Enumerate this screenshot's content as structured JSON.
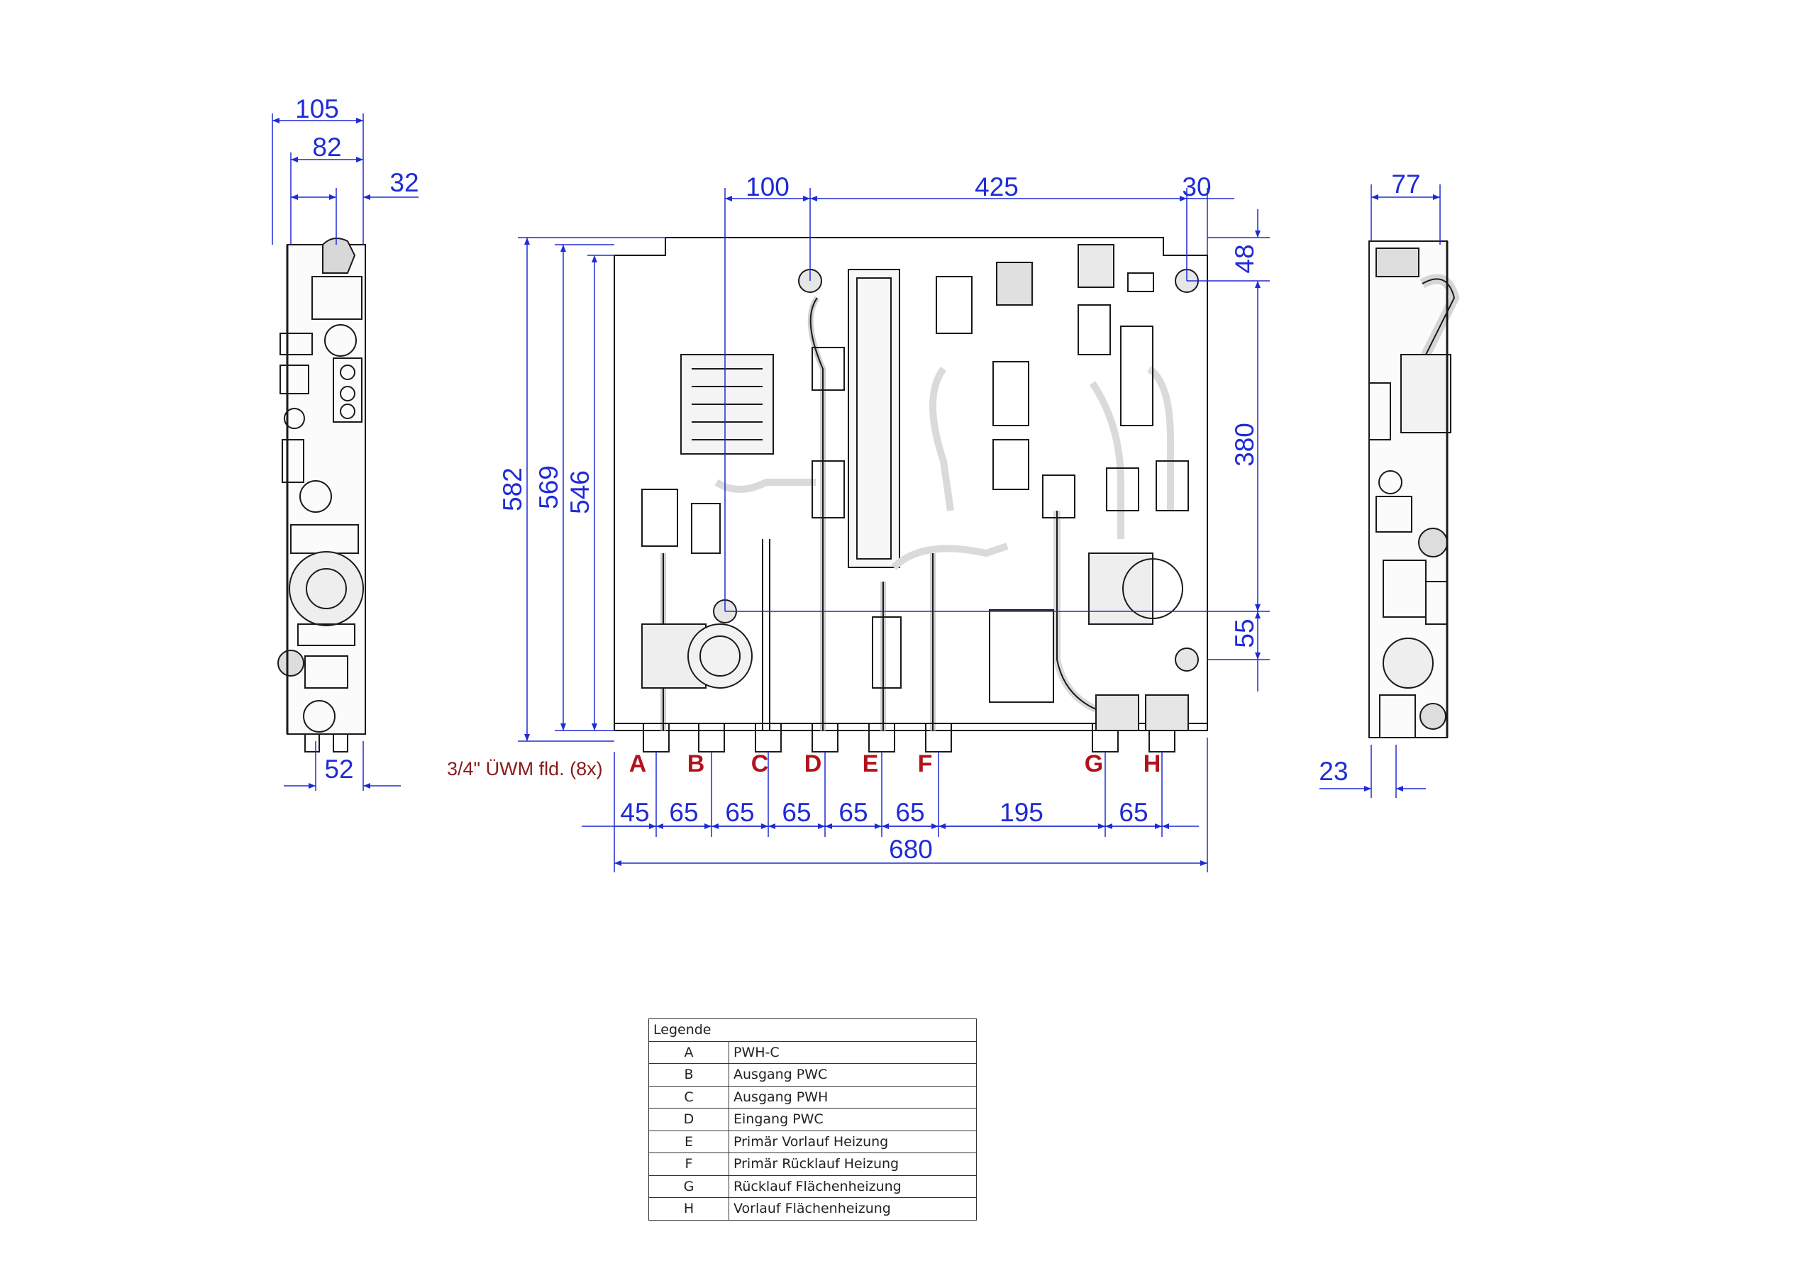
{
  "dimensions": {
    "side_left": {
      "overall_depth": "105",
      "inner_depth": "82",
      "offset_top": "32",
      "bottom_offset": "52"
    },
    "top": {
      "left_hole": "100",
      "center_span": "425",
      "right_edge": "30"
    },
    "heights": {
      "total": "582",
      "frame": "569",
      "plate": "546"
    },
    "right": {
      "top": "48",
      "mid": "380",
      "bottom": "55"
    },
    "side_right": {
      "depth": "77",
      "bottom_offset": "23"
    },
    "bottom": {
      "spacings": [
        "45",
        "65",
        "65",
        "65",
        "65",
        "65",
        "195",
        "65"
      ],
      "overall": "680"
    }
  },
  "connectors": [
    "A",
    "B",
    "C",
    "D",
    "E",
    "F",
    "G",
    "H"
  ],
  "fitting_note": "3/4\" ÜWM fld. (8x)",
  "legend": {
    "title": "Legende",
    "rows": [
      {
        "key": "A",
        "label": "PWH-C"
      },
      {
        "key": "B",
        "label": "Ausgang PWC"
      },
      {
        "key": "C",
        "label": "Ausgang PWH"
      },
      {
        "key": "D",
        "label": "Eingang PWC"
      },
      {
        "key": "E",
        "label": "Primär Vorlauf Heizung"
      },
      {
        "key": "F",
        "label": "Primär Rücklauf Heizung"
      },
      {
        "key": "G",
        "label": "Rücklauf Flächenheizung"
      },
      {
        "key": "H",
        "label": "Vorlauf Flächenheizung"
      }
    ]
  },
  "colors": {
    "dimension": "#1f2bd6",
    "connector_label": "#b3121b",
    "linework": "#1a1a1a"
  }
}
